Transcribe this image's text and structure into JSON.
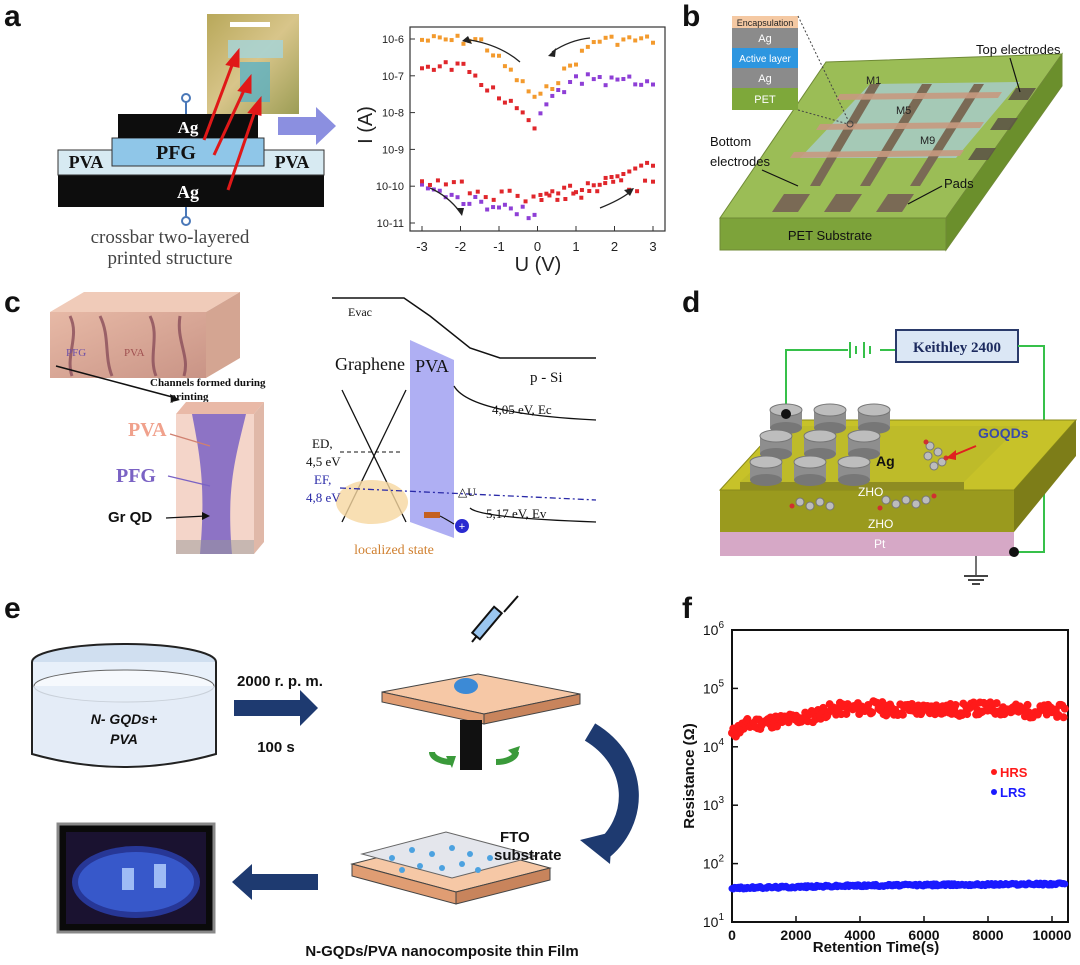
{
  "panel_labels": {
    "a": "a",
    "b": "b",
    "c": "c",
    "d": "d",
    "e": "e",
    "f": "f"
  },
  "panel_a": {
    "layers": {
      "ag_top": "Ag",
      "pfg": "PFG",
      "pva_left": "PVA",
      "pva_right": "PVA",
      "ag_bottom": "Ag"
    },
    "caption_line1": "crossbar two-layered",
    "caption_line2": "printed structure",
    "plot": {
      "ylabel": "I (A)",
      "xlabel": "U (V)",
      "x_ticks": [
        "-3",
        "-2",
        "-1",
        "0",
        "1",
        "2",
        "3"
      ],
      "y_ticks": [
        "10-6",
        "10-7",
        "10-8",
        "10-9",
        "10-10",
        "10-11"
      ],
      "colors": {
        "orange": "#f39a2d",
        "red": "#e0262b",
        "purple": "#8e3fd6"
      }
    }
  },
  "panel_b": {
    "stack": [
      "Encapsulation",
      "Ag",
      "Active layer",
      "Ag",
      "PET"
    ],
    "top_electrodes": "Top electrodes",
    "bottom_electrodes_1": "Bottom",
    "bottom_electrodes_2": "electrodes",
    "pads": "Pads",
    "substrate": "PET Substrate",
    "m_labels": [
      "M1",
      "M5",
      "M9"
    ]
  },
  "panel_c": {
    "block_pfg": "PFG",
    "block_pva": "PVA",
    "channels_1": "Channels formed during",
    "channels_2": "printing",
    "pva": "PVA",
    "pfg": "PFG",
    "grqd": "Gr QD",
    "evac": "Evac",
    "graphene": "Graphene",
    "pva_band": "PVA",
    "psi": "p - Si",
    "ec": "4,05 eV, Ec",
    "ed": "ED,",
    "ed_val": "4,5 eV",
    "ef": "EF,",
    "ef_val": "4,8 eV",
    "du": "△U",
    "ev": "5,17 eV, Ev",
    "localized": "localized state"
  },
  "panel_d": {
    "keithley": "Keithley 2400",
    "goqds": "GOQDs",
    "ag": "Ag",
    "zho_top": "ZHO",
    "zho_bottom": "ZHO",
    "pt": "Pt"
  },
  "panel_e": {
    "solution_1": "N- GQDs+",
    "solution_2": "PVA",
    "speed": "2000 r. p. m.",
    "time": "100 s",
    "fto_1": "FTO",
    "fto_2": "substrate",
    "film": "N-GQDs/PVA nanocomposite thin Film"
  },
  "panel_f": {
    "chart_data": {
      "type": "scatter",
      "title": "",
      "xlabel": "Retention Time(s)",
      "ylabel": "Resistance (Ω)",
      "xlim": [
        0,
        10500
      ],
      "ylim": [
        10,
        1000000
      ],
      "yscale": "log",
      "x_ticks": [
        "0",
        "2000",
        "4000",
        "6000",
        "8000",
        "10000"
      ],
      "y_ticks": [
        "10^6",
        "10^5",
        "10^4",
        "10^3",
        "10^2",
        "10^1"
      ],
      "legend_position": "right-middle",
      "series": [
        {
          "name": "HRS",
          "color": "#ff1a1a",
          "x_start": 0,
          "x_end": 10400,
          "points": [
            [
              0,
              16000
            ],
            [
              200,
              20000
            ],
            [
              500,
              24000
            ],
            [
              1000,
              26000
            ],
            [
              1500,
              28000
            ],
            [
              2000,
              30000
            ],
            [
              2500,
              33000
            ],
            [
              3000,
              42000
            ],
            [
              3500,
              45000
            ],
            [
              4000,
              45000
            ],
            [
              4500,
              48000
            ],
            [
              5000,
              42000
            ],
            [
              5500,
              45000
            ],
            [
              6000,
              42000
            ],
            [
              6500,
              46000
            ],
            [
              7000,
              42000
            ],
            [
              7500,
              45000
            ],
            [
              8000,
              46000
            ],
            [
              8500,
              44000
            ],
            [
              9000,
              42000
            ],
            [
              9500,
              40000
            ],
            [
              10000,
              42000
            ],
            [
              10400,
              40000
            ]
          ]
        },
        {
          "name": "LRS",
          "color": "#1a1aff",
          "x_start": 0,
          "x_end": 10400,
          "points": [
            [
              0,
              38
            ],
            [
              2000,
              40
            ],
            [
              4000,
              42
            ],
            [
              6000,
              43
            ],
            [
              8000,
              44
            ],
            [
              10400,
              45
            ]
          ]
        }
      ]
    }
  }
}
